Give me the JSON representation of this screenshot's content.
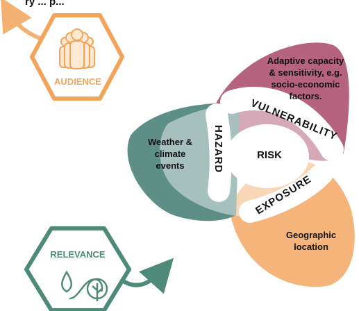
{
  "header_fragment": "ry ... p...",
  "audience": {
    "label": "AUDIENCE",
    "icon": "people-group-icon",
    "color": "#f2a45a"
  },
  "relevance": {
    "label": "RELEVANCE",
    "icon": "water-plant-icon",
    "color": "#4e8a7a"
  },
  "risk": {
    "label": "RISK"
  },
  "hazard": {
    "label": "HAZARD",
    "description": [
      "Weather &",
      "climate",
      "events"
    ],
    "color": "#5e8f87"
  },
  "vulnerability": {
    "label": "VULNERABILITY",
    "description": [
      "Adaptive capacity",
      "& sensitivity, e.g.",
      "socio-economic",
      "factors."
    ],
    "color": "#b5637e"
  },
  "exposure": {
    "label": "EXPOSURE",
    "description": [
      "Geographic",
      "location"
    ],
    "color": "#f4b47a"
  }
}
